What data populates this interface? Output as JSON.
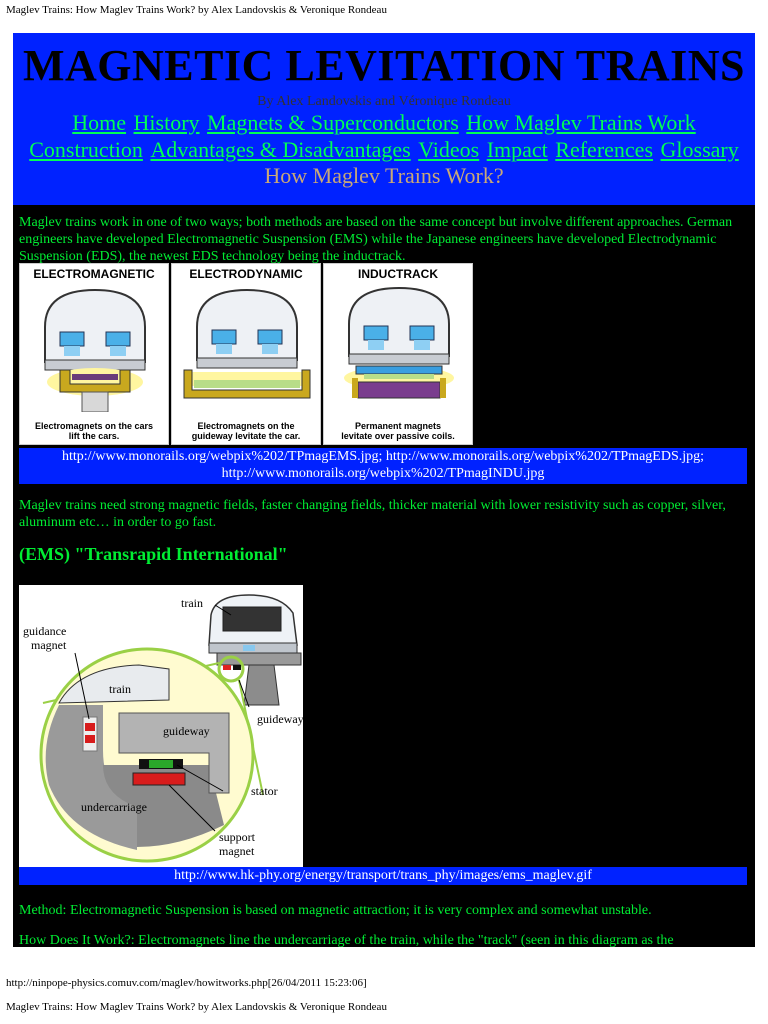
{
  "print": {
    "header": "Maglev Trains: How Maglev Trains Work? by Alex Landovskis & Veronique Rondeau",
    "footer_url": "http://ninpope-physics.comuv.com/maglev/howitworks.php[26/04/2011 15:23:06]",
    "footer_title": "Maglev Trains: How Maglev Trains Work? by Alex Landovskis & Veronique Rondeau"
  },
  "header": {
    "title": "MAGNETIC LEVITATION TRAINS",
    "byline": "By Alex Landovskis and Véronique Rondeau",
    "subtitle": "How Maglev Trains Work?"
  },
  "nav": {
    "home": "Home",
    "history": "History",
    "magnets": "Magnets & Superconductors",
    "how": "How Maglev Trains Work",
    "construction": "Construction",
    "advantages": "Advantages & Disadvantages",
    "videos": "Videos",
    "impact": "Impact",
    "references": "References",
    "glossary": "Glossary"
  },
  "content": {
    "intro": "Maglev trains work in one of two ways; both methods are based on the same concept but involve different approaches. German engineers have developed Electromagnetic Suspension (EMS) while the Japanese engineers have developed Electrodynamic Suspension (EDS), the newest EDS technology being the inductrack.",
    "panels": [
      {
        "title": "ELECTROMAGNETIC",
        "caption_l1": "Electromagnets on the cars",
        "caption_l2": "lift the cars."
      },
      {
        "title": "ELECTRODYNAMIC",
        "caption_l1": "Electromagnets on the",
        "caption_l2": "guideway levitate the car."
      },
      {
        "title": "INDUCTRACK",
        "caption_l1": "Permanent magnets",
        "caption_l2": "levitate over passive coils."
      }
    ],
    "caption1_line1": "http://www.monorails.org/webpix%202/TPmagEMS.jpg; http://www.monorails.org/webpix%202/TPmagEDS.jpg;",
    "caption1_line2": "http://www.monorails.org/webpix%202/TPmagINDU.jpg",
    "para2": "Maglev trains need strong magnetic fields, faster changing fields, thicker material with lower resistivity such as copper, silver, aluminum etc… in order to go fast.",
    "ems_heading": "(EMS) \"Transrapid International\"",
    "ems_labels": {
      "train_top": "train",
      "guidance_l1": "guidance",
      "guidance_l2": "magnet",
      "train_inner": "train",
      "guideway_inner": "guideway",
      "guideway_outer": "guideway",
      "stator": "stator",
      "undercarriage": "undercarriage",
      "support_l1": "support",
      "support_l2": "magnet"
    },
    "caption2": "http://www.hk-phy.org/energy/transport/trans_phy/images/ems_maglev.gif",
    "para3": "Method: Electromagnetic Suspension is based on magnetic attraction; it is very complex and somewhat unstable.",
    "para4": "How Does It Work?: Electromagnets line the undercarriage of the train, while the \"track\" (seen in this diagram as the"
  }
}
